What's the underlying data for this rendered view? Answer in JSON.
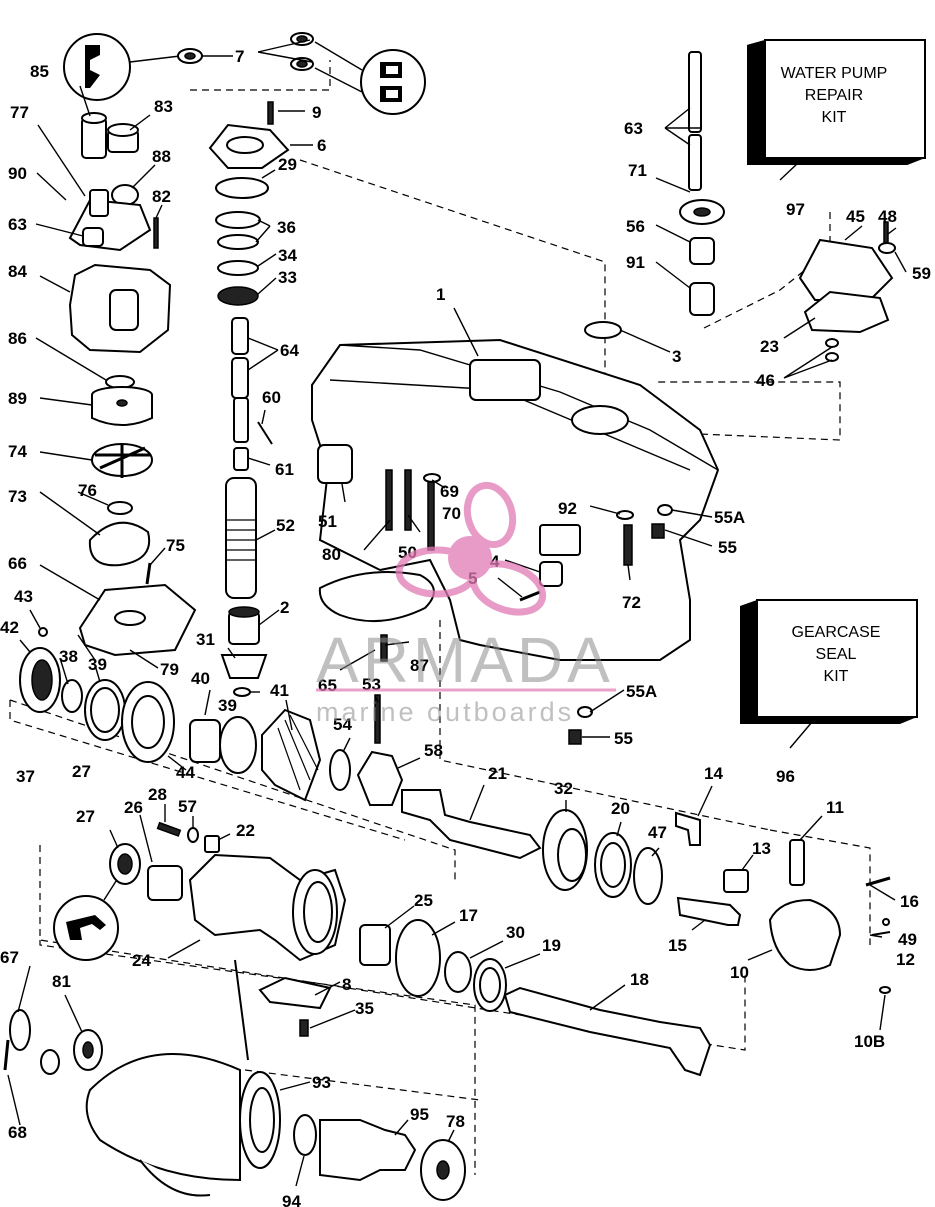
{
  "kits": {
    "water_pump": [
      "WATER PUMP",
      "REPAIR",
      "KIT"
    ],
    "gearcase_seal": [
      "GEARCASE",
      "SEAL",
      "KIT"
    ]
  },
  "watermark": {
    "brand": "ARMADA",
    "tagline": "marine outboards",
    "color": "#e07ab3"
  },
  "callouts": [
    "1",
    "2",
    "3",
    "4",
    "5",
    "6",
    "7",
    "8",
    "9",
    "10",
    "10B",
    "11",
    "12",
    "13",
    "14",
    "15",
    "16",
    "17",
    "18",
    "19",
    "20",
    "21",
    "22",
    "23",
    "24",
    "25",
    "26",
    "27",
    "27",
    "28",
    "29",
    "30",
    "31",
    "32",
    "33",
    "34",
    "35",
    "36",
    "37",
    "38",
    "39",
    "39",
    "40",
    "41",
    "42",
    "43",
    "44",
    "45",
    "46",
    "47",
    "48",
    "50",
    "51",
    "52",
    "53",
    "54",
    "55",
    "55",
    "55A",
    "55A",
    "56",
    "57",
    "58",
    "59",
    "60",
    "61",
    "63",
    "63",
    "64",
    "65",
    "66",
    "67",
    "68",
    "69",
    "70",
    "71",
    "72",
    "73",
    "74",
    "75",
    "76",
    "77",
    "78",
    "79",
    "80",
    "81",
    "82",
    "83",
    "84",
    "85",
    "86",
    "87",
    "88",
    "89",
    "90",
    "91",
    "92",
    "93",
    "94",
    "95",
    "96",
    "97",
    "49"
  ]
}
